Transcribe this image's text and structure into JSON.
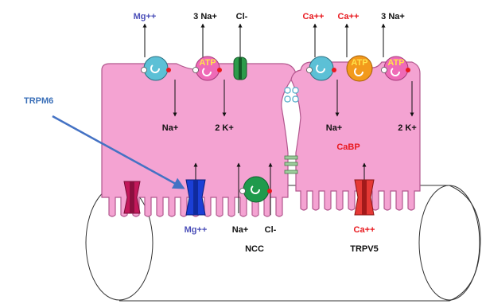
{
  "labels": {
    "trpm6": "TRPM6",
    "top_mg": "Mg++",
    "top_na": "3 Na+",
    "top_cl": "Cl-",
    "top_ca1": "Ca++",
    "top_ca2": "Ca++",
    "top_na2": "3 Na+",
    "atp": "ATP",
    "cell1_na": "Na+",
    "cell1_k": "2 K+",
    "cell2_na": "Na+",
    "cell2_k": "2 K+",
    "cabp": "CaBP",
    "bottom_mg": "Mg++",
    "bottom_na": "Na+",
    "bottom_cl": "Cl-",
    "ncc": "NCC",
    "bottom_ca": "Ca++",
    "trpv5": "TRPV5"
  },
  "colors": {
    "cell": "#f4a3d2",
    "cell_stroke": "#b2578e",
    "mg_text": "#4b4fb8",
    "ca_text": "#e8191f",
    "pump_blue": "#5cc0d6",
    "pump_pink": "#ef6ab7",
    "pump_orange": "#f39a1c",
    "atp_text": "#ffe34a",
    "cl_channel": "#2d9b4a",
    "ncc_green": "#1f9a4c",
    "trpm6_blue": "#1b3fd6",
    "crimson": "#c2185b",
    "trpv5_red": "#e53935",
    "arrow_blue": "#4472c4"
  }
}
